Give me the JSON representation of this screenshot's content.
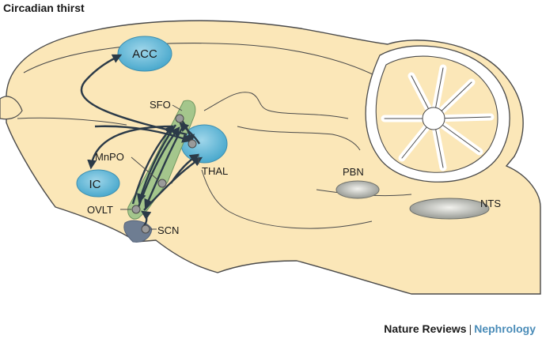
{
  "title": "Circadian thirst",
  "regions": {
    "acc": "ACC",
    "ic": "IC",
    "thal": "THAL",
    "sfo": "SFO",
    "mnpo": "MnPO",
    "ovlt": "OVLT",
    "scn": "SCN",
    "pbn": "PBN",
    "nts": "NTS"
  },
  "footer": {
    "publisher": "Nature Reviews",
    "separator": "|",
    "journal": "Nephrology"
  },
  "colors": {
    "brain": "#fbe7b8",
    "outline": "#4a4a4a",
    "region_blue": "#5db8d8",
    "lamina_green": "#a4c68c",
    "node_gray": "#9a9a9a",
    "scn_slate": "#6e7d92",
    "arrow": "#2b3a48",
    "journal": "#4a8cb8"
  }
}
